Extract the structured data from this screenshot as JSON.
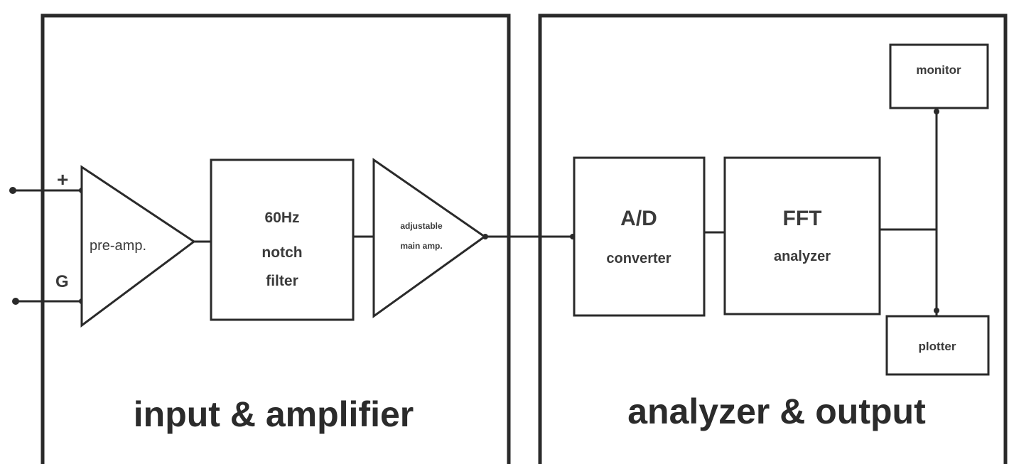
{
  "panels": {
    "left_title": "input & amplifier",
    "right_title": "analyzer & output"
  },
  "inputs": {
    "plus_label": "+",
    "ground_label": "G"
  },
  "blocks": {
    "preamp": "pre-amp.",
    "notch_line1": "60Hz",
    "notch_line2": "notch",
    "notch_line3": "filter",
    "main_amp_line1": "adjustable",
    "main_amp_line2": "main amp.",
    "adc_line1": "A/D",
    "adc_line2": "converter",
    "fft_line1": "FFT",
    "fft_line2": "analyzer",
    "monitor": "monitor",
    "plotter": "plotter"
  }
}
